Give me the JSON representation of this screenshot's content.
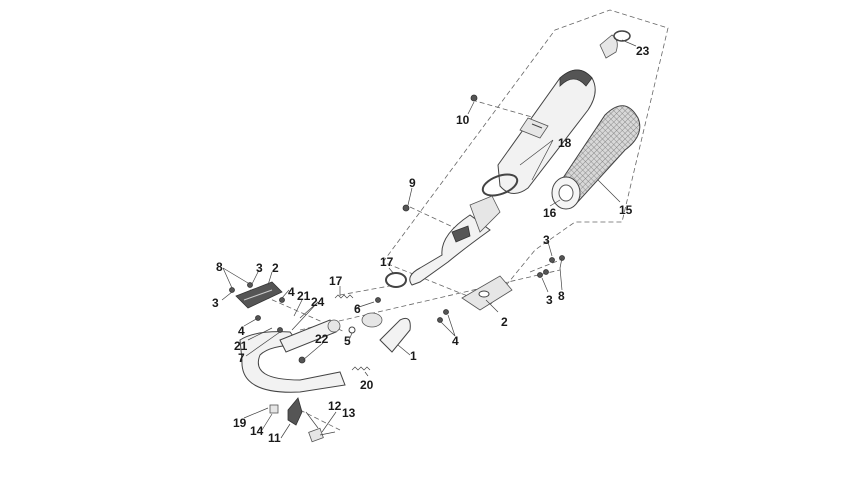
{
  "callouts": [
    {
      "id": "c1",
      "label": "1"
    },
    {
      "id": "c2a",
      "label": "2"
    },
    {
      "id": "c2b",
      "label": "2"
    },
    {
      "id": "c3a",
      "label": "3"
    },
    {
      "id": "c3b",
      "label": "3"
    },
    {
      "id": "c3c",
      "label": "3"
    },
    {
      "id": "c3d",
      "label": "3"
    },
    {
      "id": "c4a",
      "label": "4"
    },
    {
      "id": "c4b",
      "label": "4"
    },
    {
      "id": "c4c",
      "label": "4"
    },
    {
      "id": "c5",
      "label": "5"
    },
    {
      "id": "c6",
      "label": "6"
    },
    {
      "id": "c7",
      "label": "7"
    },
    {
      "id": "c8a",
      "label": "8"
    },
    {
      "id": "c8b",
      "label": "8"
    },
    {
      "id": "c9",
      "label": "9"
    },
    {
      "id": "c10",
      "label": "10"
    },
    {
      "id": "c11",
      "label": "11"
    },
    {
      "id": "c12",
      "label": "12"
    },
    {
      "id": "c13",
      "label": "13"
    },
    {
      "id": "c14",
      "label": "14"
    },
    {
      "id": "c15",
      "label": "15"
    },
    {
      "id": "c16",
      "label": "16"
    },
    {
      "id": "c17a",
      "label": "17"
    },
    {
      "id": "c17b",
      "label": "17"
    },
    {
      "id": "c18",
      "label": "18"
    },
    {
      "id": "c19",
      "label": "19"
    },
    {
      "id": "c20",
      "label": "20"
    },
    {
      "id": "c21a",
      "label": "21"
    },
    {
      "id": "c21b",
      "label": "21"
    },
    {
      "id": "c22",
      "label": "22"
    },
    {
      "id": "c23",
      "label": "23"
    },
    {
      "id": "c24",
      "label": "24"
    }
  ]
}
